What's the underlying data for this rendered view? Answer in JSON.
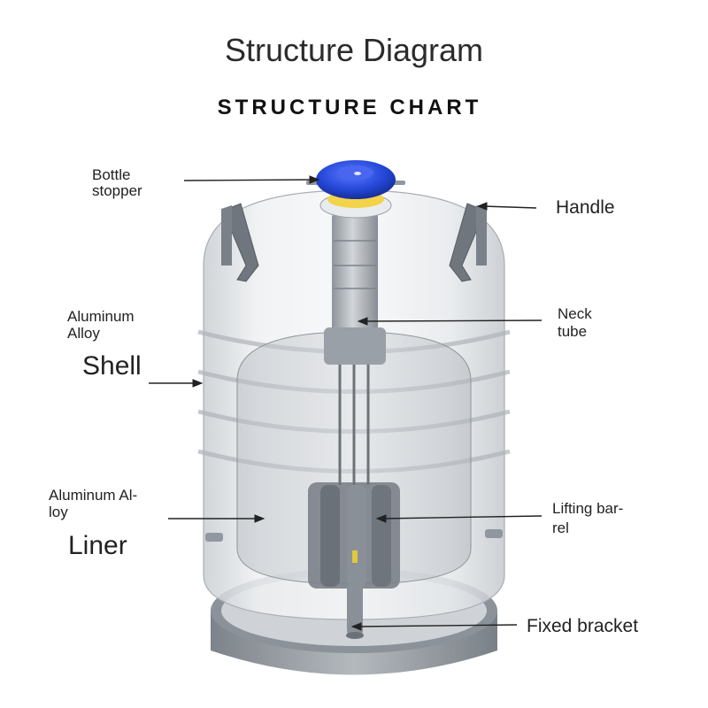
{
  "title": "Structure Diagram",
  "subtitle": "STRUCTURE CHART",
  "labels": {
    "bottle_stopper_1": "Bottle",
    "bottle_stopper_2": "stopper",
    "handle": "Handle",
    "shell_material_1": "Aluminum",
    "shell_material_2": "Alloy",
    "shell": "Shell",
    "neck_tube_1": "Neck",
    "neck_tube_2": "tube",
    "liner_material_1": "Aluminum Al-",
    "liner_material_2": "loy",
    "liner": "Liner",
    "lifting_barrel_1": "Lifting bar-",
    "lifting_barrel_2": "rel",
    "fixed_bracket": "Fixed bracket"
  },
  "colors": {
    "stopper": "#2346d6",
    "stopper_ring": "#f2d34a",
    "shell": "#d9dde2",
    "base": "#9aa0a8",
    "handle": "#6f767e",
    "leader": "#222222"
  }
}
